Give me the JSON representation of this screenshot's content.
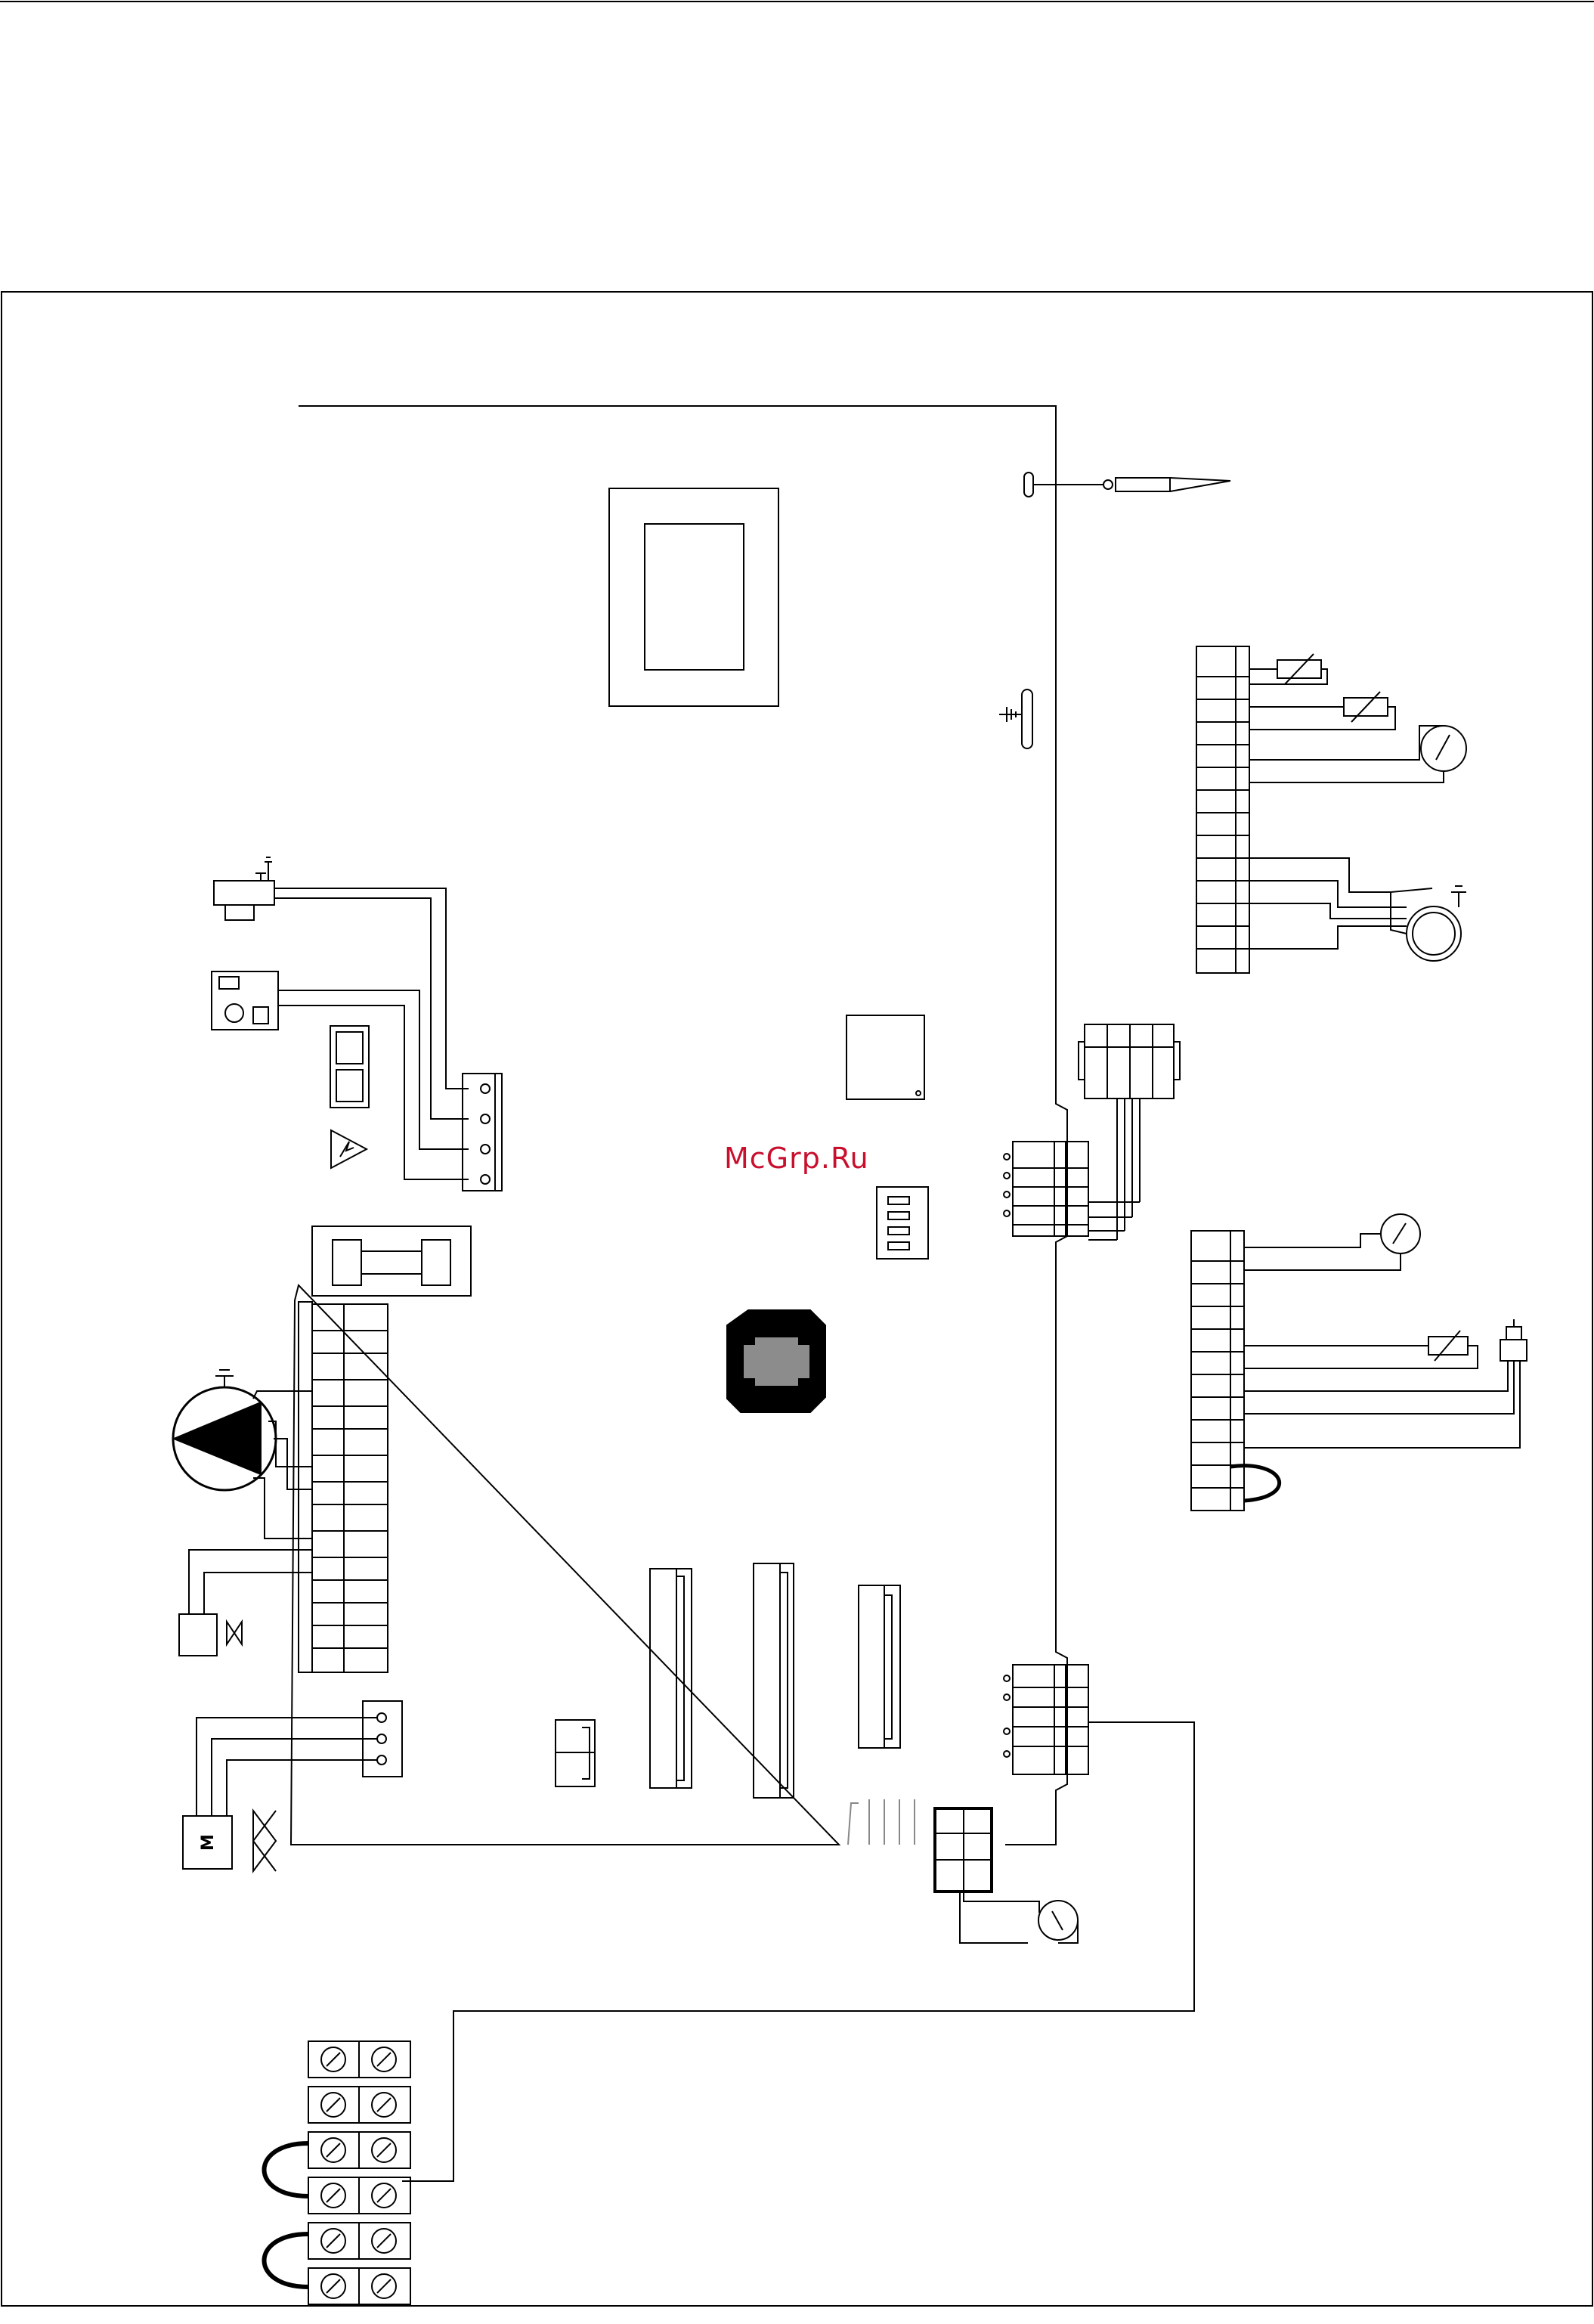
{
  "watermark": {
    "text": "McGrp.Ru",
    "color": "#c8102e"
  },
  "components": {
    "valve_motor": {
      "label": "M",
      "icon": "motor-icon"
    },
    "pump": {
      "icon": "pump-icon"
    },
    "ground": {
      "icon": "ground-icon"
    },
    "warning": {
      "icon": "high-voltage-warning-icon"
    },
    "fuse": {
      "icon": "fuse-icon"
    },
    "ntc_sensor": {
      "icon": "ntc-thermistor-icon"
    },
    "thermostat": {
      "icon": "thermostat-switch-icon"
    },
    "fan": {
      "icon": "fan-icon"
    },
    "pressure_switch": {
      "icon": "pressure-switch-icon"
    },
    "spark_electrode": {
      "icon": "ignition-electrode-icon"
    },
    "gas_valve": {
      "icon": "gas-valve-icon"
    },
    "terminal_block": {
      "icon": "screw-terminal-icon",
      "rows": 6
    }
  },
  "colors": {
    "line": "#000000",
    "connector_fill": "#ffffff",
    "rj_fill": "#000000",
    "rj_inner": "#8c8c8c"
  }
}
